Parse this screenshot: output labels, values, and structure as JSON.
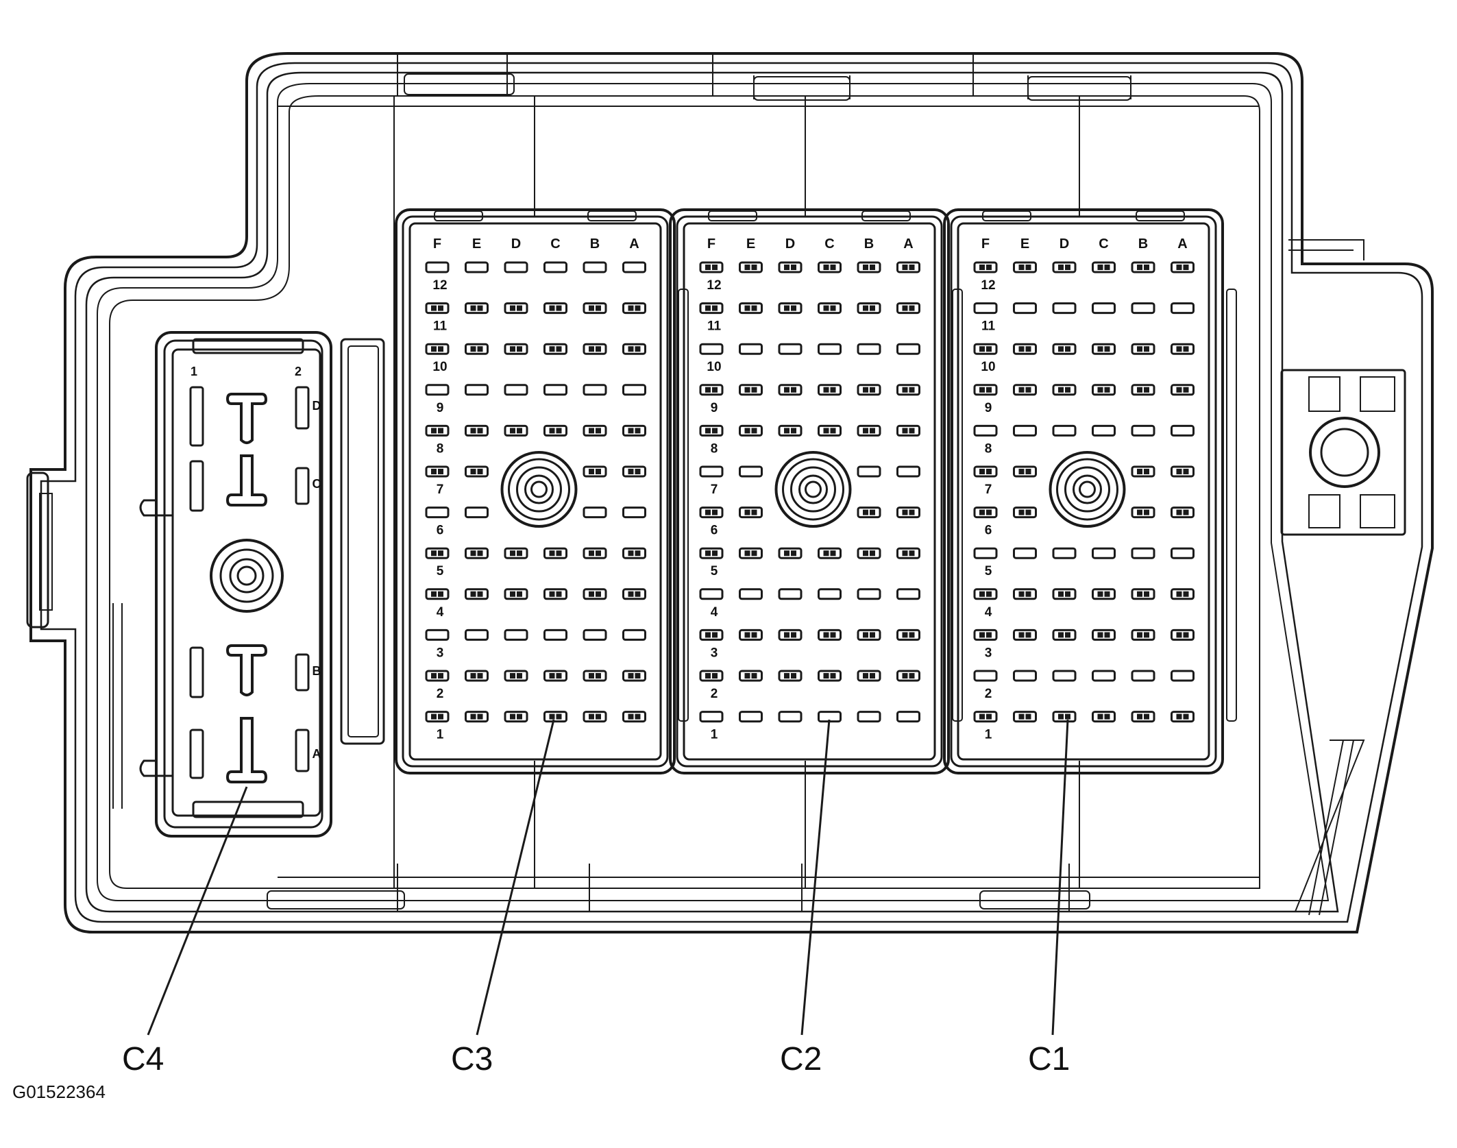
{
  "figure_id": "G01522364",
  "colors": {
    "stroke": "#1a1a1a",
    "face": "#ffffff"
  },
  "connectors": [
    {
      "id": "C3",
      "columns": [
        "F",
        "E",
        "D",
        "C",
        "B",
        "A"
      ],
      "rows": [
        "12",
        "11",
        "10",
        "9",
        "8",
        "7",
        "6",
        "5",
        "4",
        "3",
        "2",
        "1"
      ]
    },
    {
      "id": "C2",
      "columns": [
        "F",
        "E",
        "D",
        "C",
        "B",
        "A"
      ],
      "rows": [
        "12",
        "11",
        "10",
        "9",
        "8",
        "7",
        "6",
        "5",
        "4",
        "3",
        "2",
        "1"
      ]
    },
    {
      "id": "C1",
      "columns": [
        "F",
        "E",
        "D",
        "C",
        "B",
        "A"
      ],
      "rows": [
        "12",
        "11",
        "10",
        "9",
        "8",
        "7",
        "6",
        "5",
        "4",
        "3",
        "2",
        "1"
      ]
    }
  ],
  "c4": {
    "id": "C4",
    "pin_numbers": [
      "1",
      "2"
    ],
    "pin_letters": [
      "D",
      "C",
      "B",
      "A"
    ]
  }
}
